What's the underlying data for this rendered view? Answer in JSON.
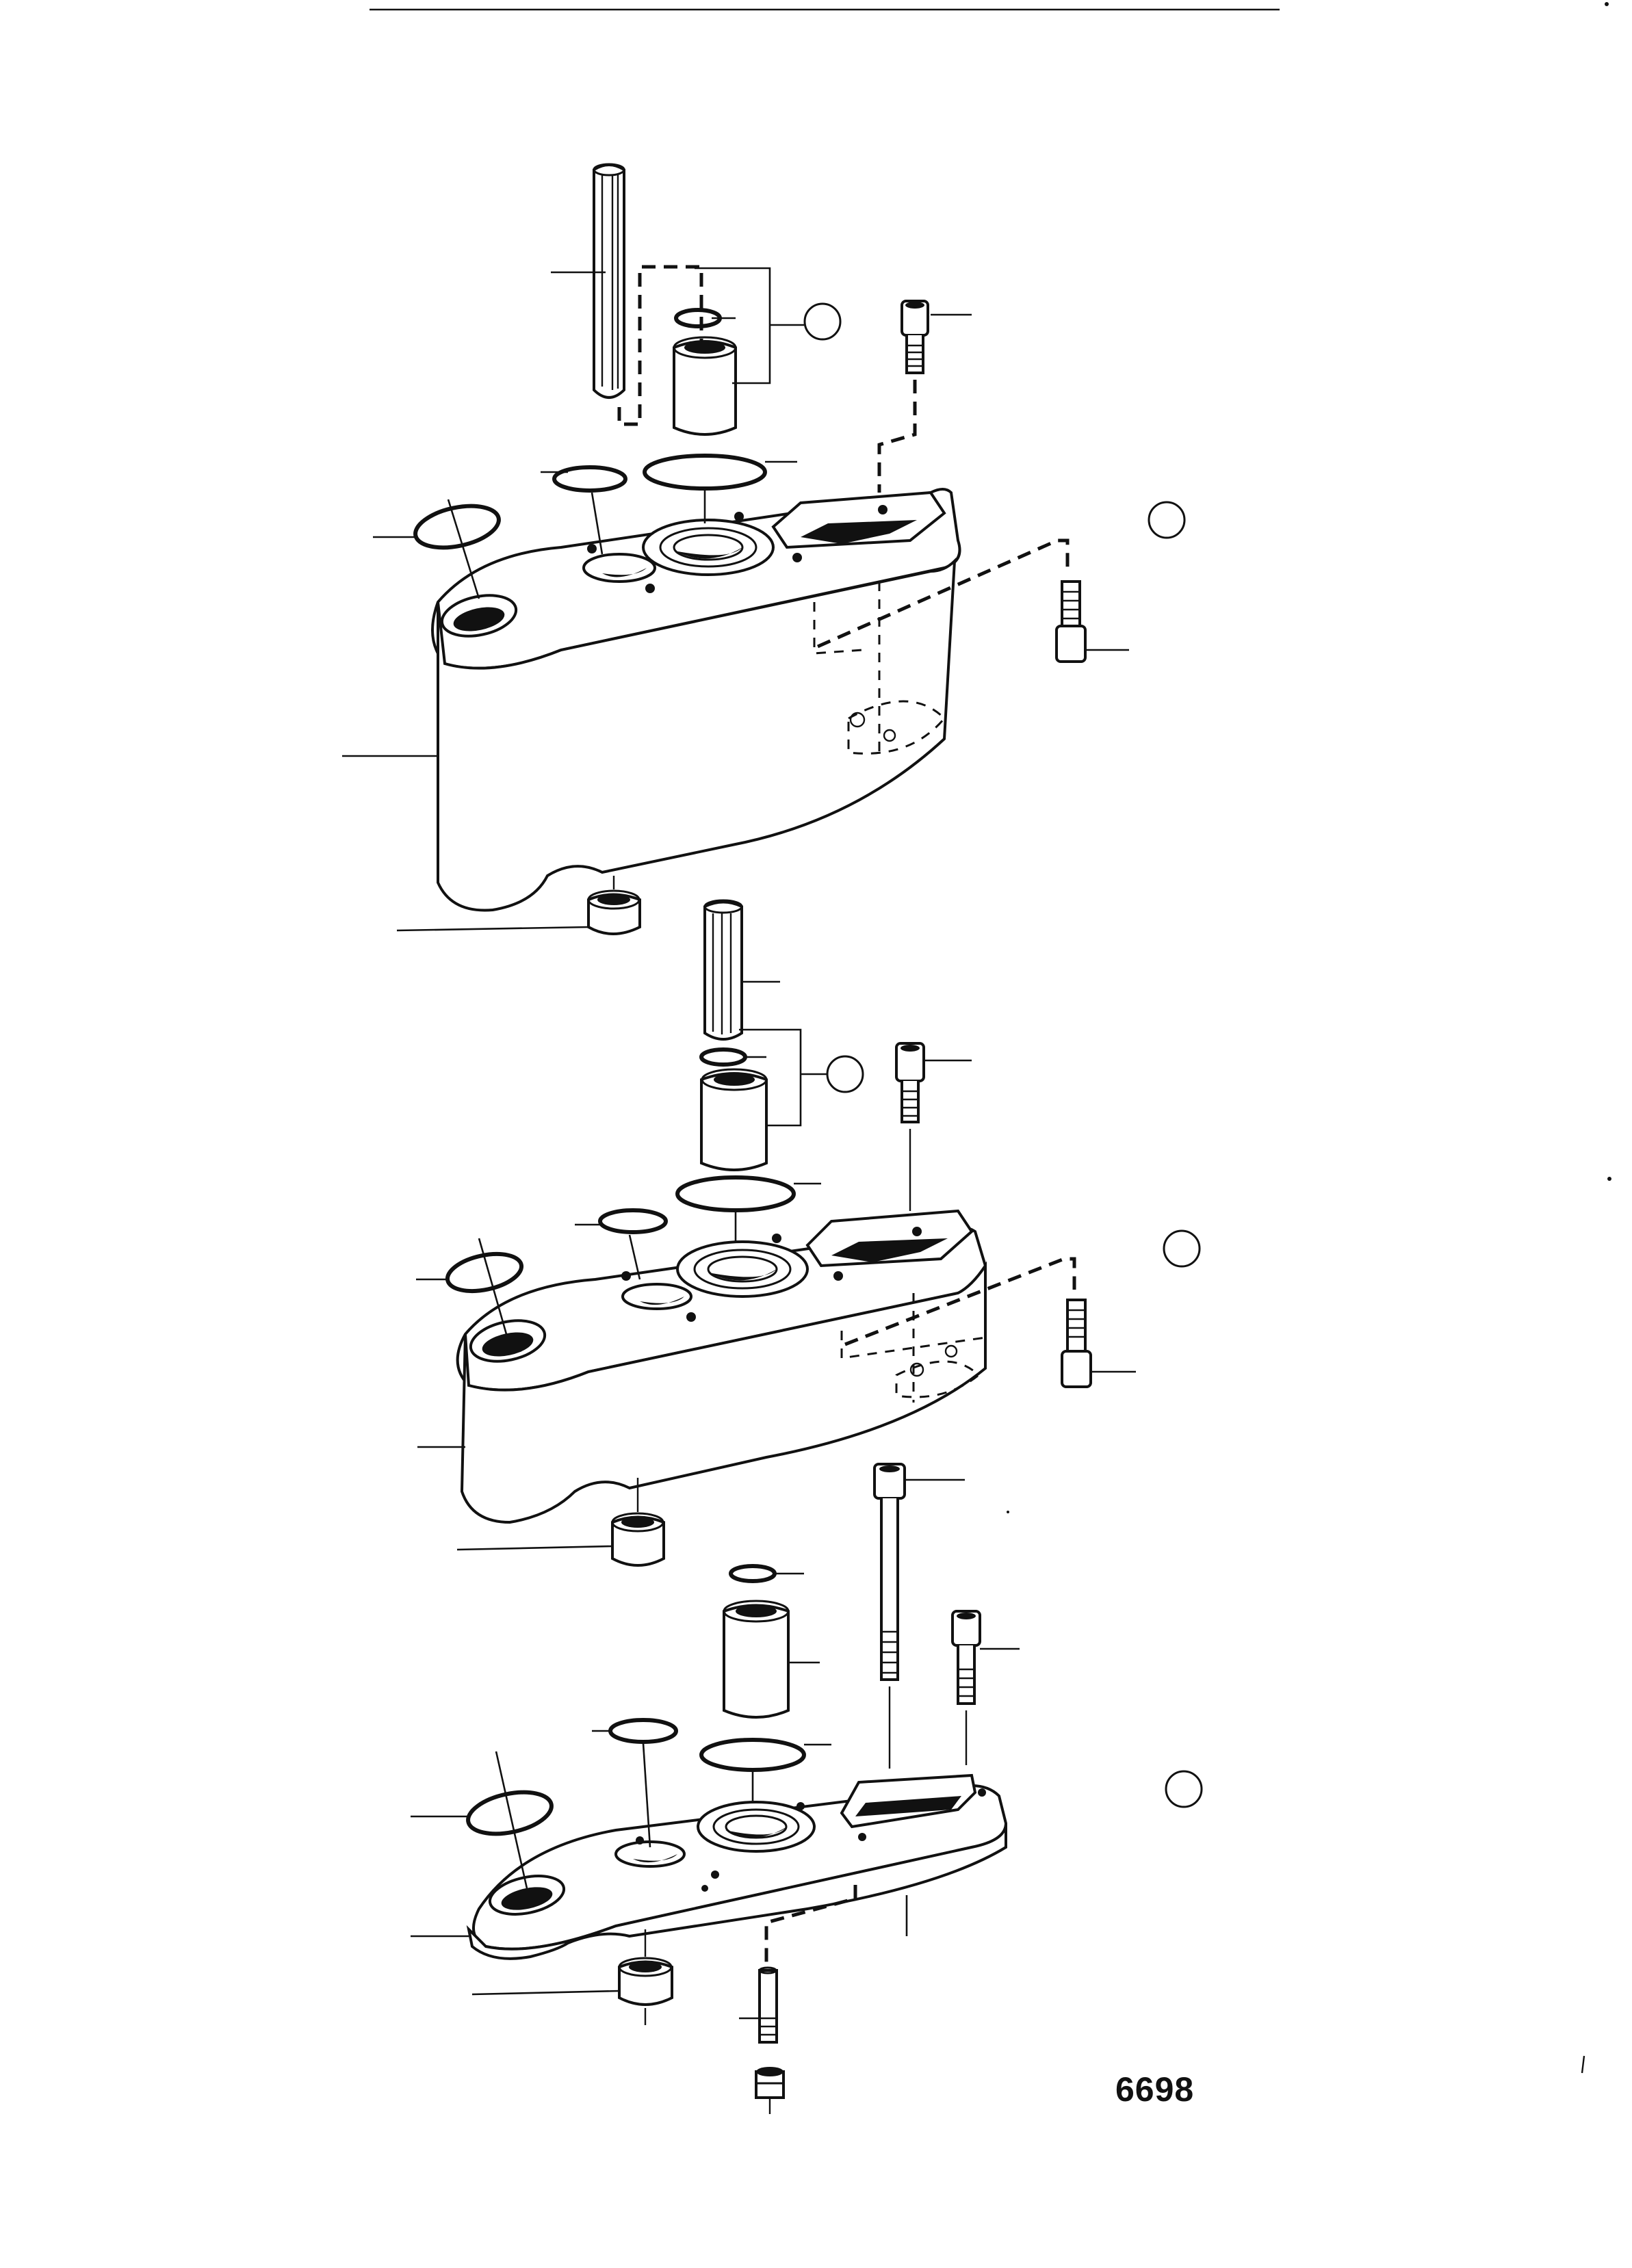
{
  "figure": {
    "number": "6698"
  },
  "assemblies": [
    {
      "id": "upper",
      "parts": [
        "shaft",
        "snap-ring",
        "bearing-sleeve",
        "o-ring-large",
        "o-ring-small",
        "o-ring-left",
        "housing",
        "bushing",
        "screw-top",
        "screw-side"
      ]
    },
    {
      "id": "middle",
      "parts": [
        "shaft",
        "snap-ring",
        "bearing-sleeve",
        "o-ring-large",
        "o-ring-small",
        "o-ring-left",
        "housing",
        "bushing",
        "screw-top",
        "screw-side"
      ]
    },
    {
      "id": "lower",
      "parts": [
        "snap-ring",
        "bearing-sleeve",
        "o-ring-large",
        "o-ring-small",
        "o-ring-left",
        "plate",
        "bushing",
        "long-screw",
        "screw",
        "stud",
        "nut"
      ]
    }
  ],
  "colors": {
    "line": "#111111",
    "paper": "#ffffff"
  }
}
